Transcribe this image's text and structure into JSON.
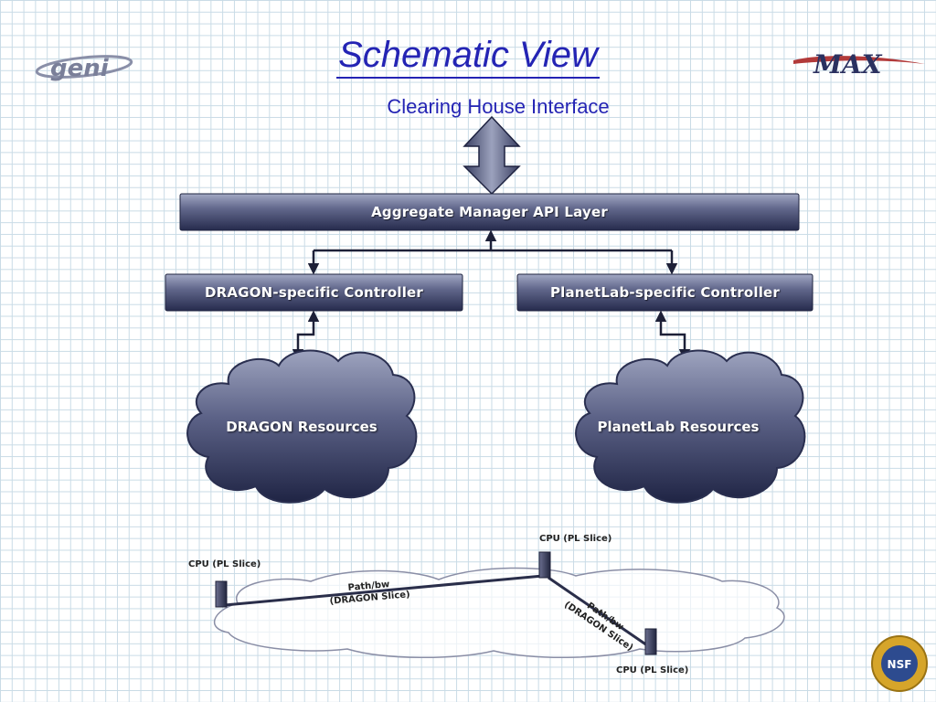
{
  "title": "Schematic View",
  "subtitle": "Clearing House Interface",
  "logos": {
    "left": "geni",
    "right": "MAX",
    "bottom_right": "NSF"
  },
  "layers": {
    "aggregate": "Aggregate Manager API Layer",
    "dragon_controller": "DRAGON-specific Controller",
    "planetlab_controller": "PlanetLab-specific Controller"
  },
  "clouds": {
    "dragon": "DRAGON Resources",
    "planetlab": "PlanetLab Resources"
  },
  "network": {
    "cpu_left": "CPU (PL Slice)",
    "cpu_top": "CPU (PL Slice)",
    "cpu_bottom": "CPU (PL Slice)",
    "path1_line1": "Path/bw",
    "path1_line2": "(DRAGON Slice)",
    "path2_line1": "Path/bw",
    "path2_line2": "(DRAGON Slice)"
  },
  "colors": {
    "title": "#2424b4",
    "box_dark": "#2d3357",
    "box_light": "#8f96b4",
    "logo_red": "#a83232"
  },
  "icons": [
    "double-arrow-icon",
    "connector-arrow-icon"
  ]
}
